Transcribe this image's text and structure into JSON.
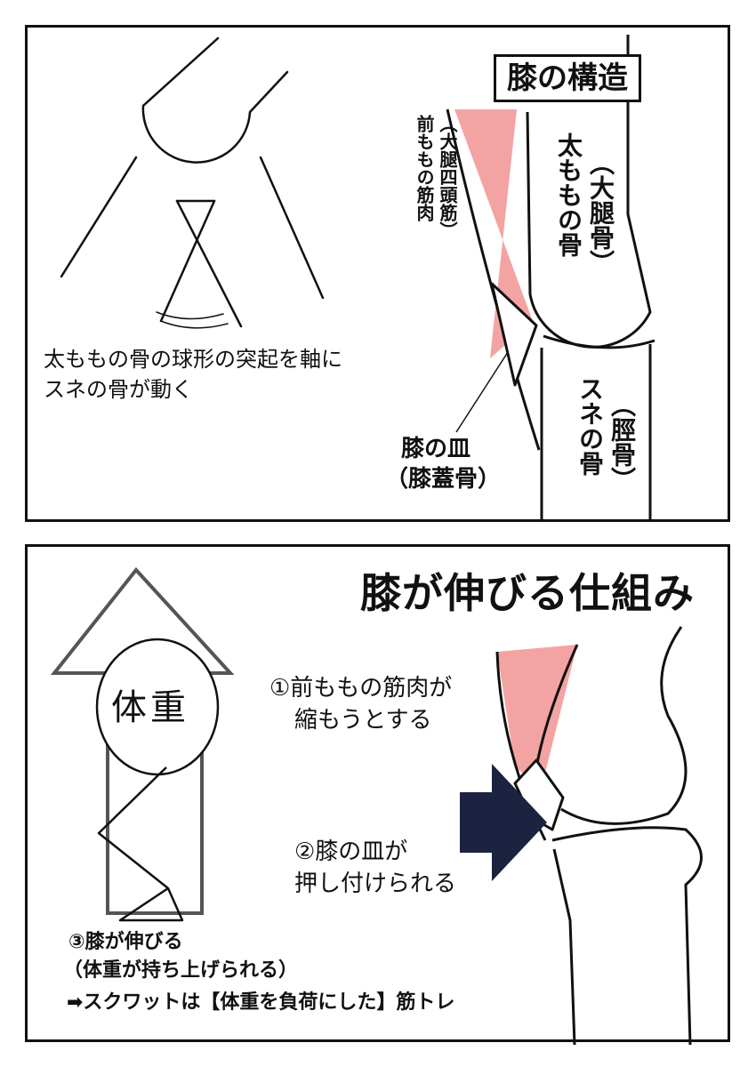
{
  "panel1": {
    "title": "膝の構造",
    "caption_line1": "太ももの骨の球形の突起を軸に",
    "caption_line2": "スネの骨が動く",
    "femur_reading": "（大腿骨）",
    "femur_label": "太ももの骨",
    "quad_reading": "（大腿四頭筋）",
    "quad_label": "前ももの筋肉",
    "tibia_reading": "（脛骨）",
    "tibia_label": "スネの骨",
    "patella_label": "膝の皿",
    "patella_reading": "（膝蓋骨）"
  },
  "panel2": {
    "title": "膝が伸びる仕組み",
    "arrow_text": "体重",
    "step1_line1": "①前ももの筋肉が",
    "step1_line2": "縮もうとする",
    "step2_line1": "②膝の皿が",
    "step2_line2": "押し付けられる",
    "step3_line1": "③膝が伸びる",
    "step3_line2": "（体重が持ち上げられる）",
    "step3_line3": "➡スクワットは【体重を負荷にした】筋トレ"
  },
  "colors": {
    "muscle": "#f4a3a3",
    "push_arrow": "#1c2340",
    "ink": "#111111"
  }
}
